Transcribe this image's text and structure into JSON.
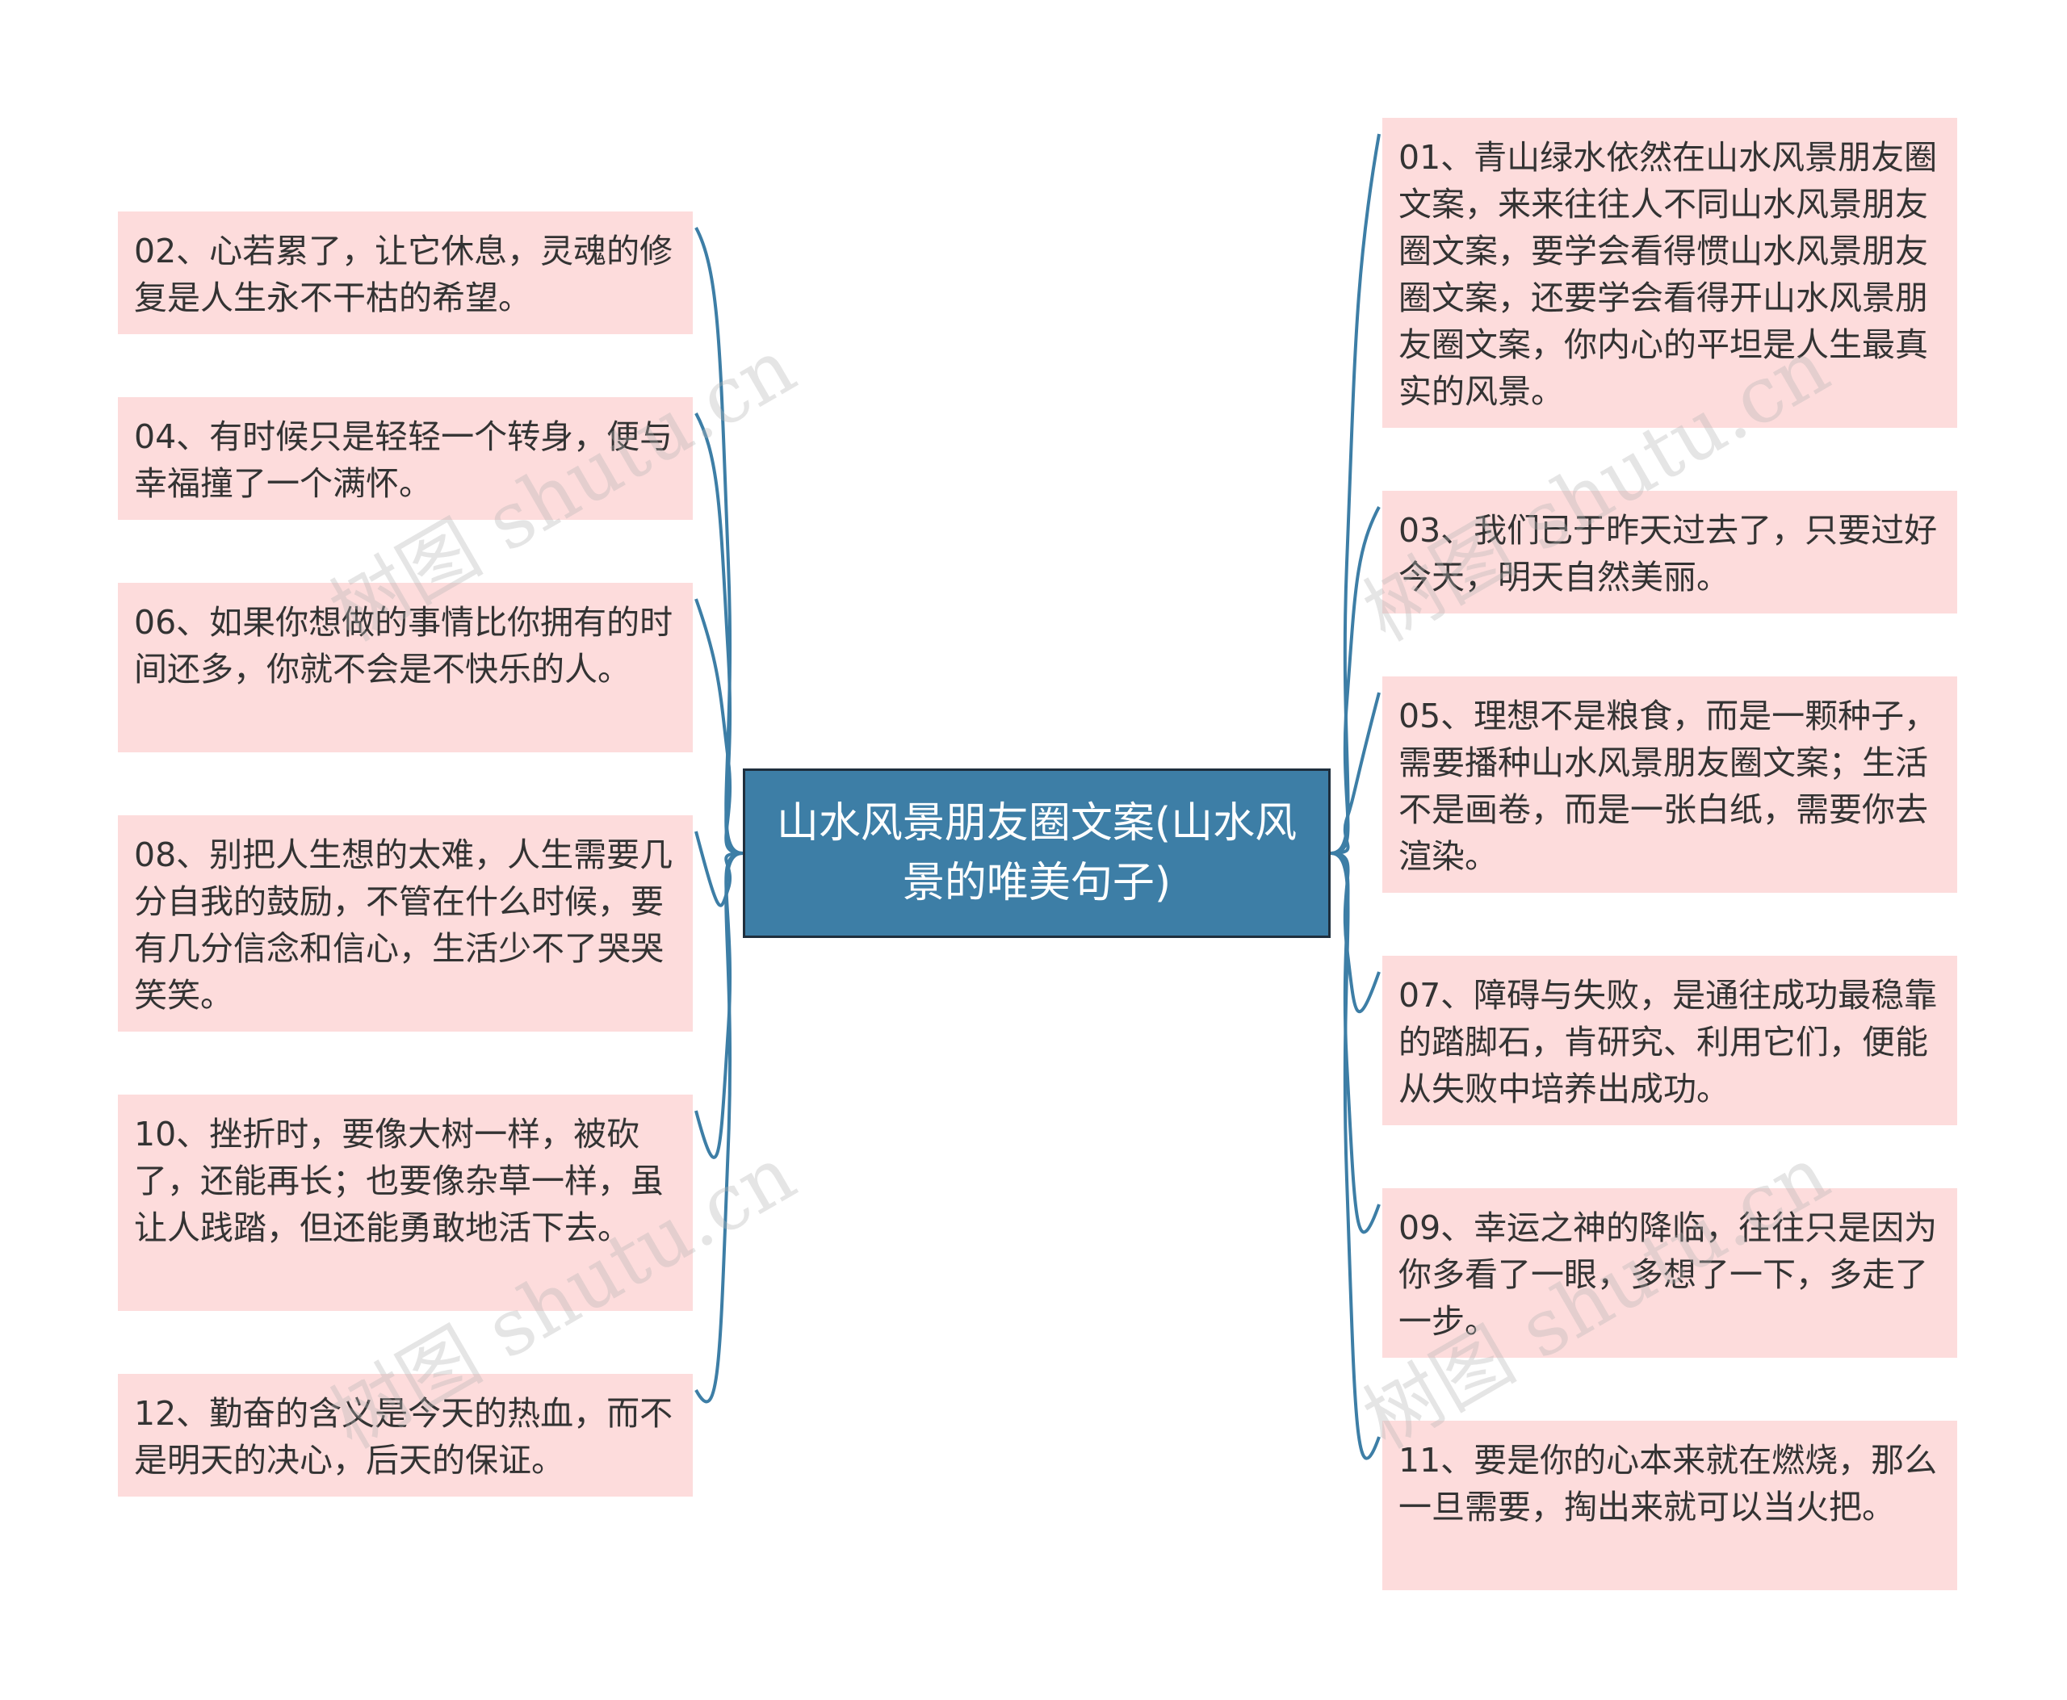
{
  "root": {
    "label": "山水风景朋友圈文案(山水风景的唯美句子)"
  },
  "left_nodes": [
    "02、心若累了，让它休息，灵魂的修复是人生永不干枯的希望。",
    "04、有时候只是轻轻一个转身，便与幸福撞了一个满怀。",
    "06、如果你想做的事情比你拥有的时间还多，你就不会是不快乐的人。",
    "08、别把人生想的太难，人生需要几分自我的鼓励，不管在什么时候，要有几分信念和信心，生活少不了哭哭笑笑。",
    "10、挫折时，要像大树一样，被砍了，还能再长；也要像杂草一样，虽让人践踏，但还能勇敢地活下去。",
    "12、勤奋的含义是今天的热血，而不是明天的决心，后天的保证。"
  ],
  "right_nodes": [
    "01、青山绿水依然在山水风景朋友圈文案，来来往往人不同山水风景朋友圈文案，要学会看得惯山水风景朋友圈文案，还要学会看得开山水风景朋友圈文案，你内心的平坦是人生最真实的风景。",
    "03、我们已于昨天过去了，只要过好今天，明天自然美丽。",
    "05、理想不是粮食，而是一颗种子，需要播种山水风景朋友圈文案；生活不是画卷，而是一张白纸，需要你去渲染。",
    "07、障碍与失败，是通往成功最稳靠的踏脚石，肯研究、利用它们，便能从失败中培养出成功。",
    "09、幸运之神的降临，往往只是因为你多看了一眼，多想了一下，多走了一步。",
    "11、要是你的心本来就在燃烧，那么一旦需要，掏出来就可以当火把。"
  ],
  "watermark": "树图 shutu.cn",
  "colors": {
    "root_bg": "#3d7ea6",
    "root_border": "#1f2f3d",
    "node_bg": "#fddcdc",
    "connector": "#3d7ea6",
    "text": "#333333"
  }
}
